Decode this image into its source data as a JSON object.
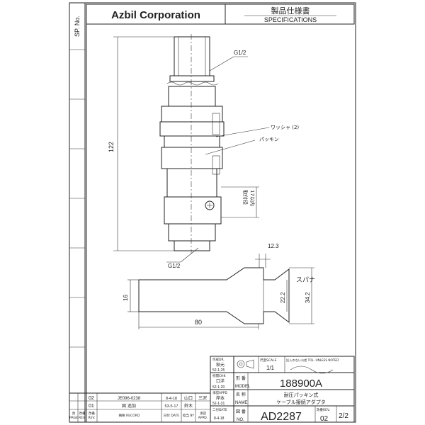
{
  "header": {
    "sp_no": "SP. No.",
    "company": "Azbil Corporation",
    "title_jp": "製品仕様書",
    "title_en": "SPECIFICATIONS"
  },
  "drawing": {
    "thread_top": "G1/2",
    "thread_bottom": "G1/2",
    "washer_label": "ワッシャ (2)",
    "packing_label": "パッキン",
    "mount_dia_label": "取付径",
    "mount_dia_value": "17以内",
    "dim_length": "122",
    "spanner_label": "スパナ",
    "dim_thickness": "12.3",
    "dim_width": "16",
    "dim_spanner_length": "80",
    "dim_jaw_inner": "22.2",
    "dim_jaw_outer": "34.2"
  },
  "title_block": {
    "drawn_label": "作成DR.",
    "drawn_by": "秋元",
    "drawn_date": "52-1-25",
    "checked_label": "校閲CHK",
    "checked_by": "口洋",
    "checked_date": "52-1-20",
    "approved_label": "承認APPD",
    "approved_by": "岸本",
    "approved_date": "52-1-31",
    "issue_label": "二付DATE",
    "issue_date": "8-4-18",
    "scale_label": "尺度SCALE",
    "scale_value": "1/1",
    "tolerance_label": "記入のない公差 TOL. UNLESS NOTED",
    "model_label_jp": "形 番",
    "model_label_en": "MODEL",
    "model": "188900A",
    "name_label_jp": "名 称",
    "name_label_en": "NAME",
    "name_line1": "耐圧パッキン式",
    "name_line2": "ケーブル接続アダプタ",
    "dwg_label_jp": "図 番",
    "dwg_label_en": "NO.",
    "dwg_no": "AD2287",
    "rev_label": "改番REV.",
    "rev": "02",
    "sheet": "2/2"
  },
  "revisions": {
    "rows": [
      {
        "rev": "02",
        "record": "JE096-0238",
        "date": "8-4-18",
        "by": "山口",
        "appd": "三沢"
      },
      {
        "rev": "01",
        "record": "図 追加",
        "date": "53-5-17",
        "by": "鈴木",
        "appd": ""
      }
    ],
    "headers": {
      "page": "頁 PAGE",
      "page_rev": "改番 REV.",
      "rev": "改番 REV.",
      "record": "摘要 RECORD",
      "date": "日付 DATE",
      "by": "担当 BY",
      "appd": "承認 APPD."
    }
  }
}
